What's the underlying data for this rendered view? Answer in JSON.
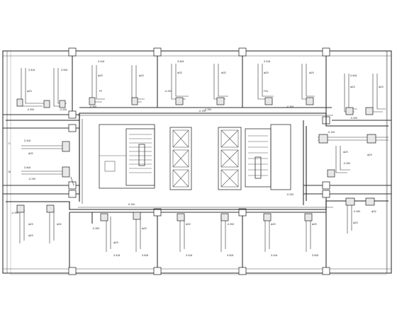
{
  "drawing": {
    "labels": {
      "pipe_size_a": "ф25",
      "pipe_size_b": "ф32",
      "elev_a": "-0.300",
      "elev_b": "-0.250",
      "elev_c": "-0.350",
      "elev_d": "-0.200",
      "elev_e": "-0.150",
      "unit_fp": "FP",
      "unit_fcu": "FCU",
      "axis_c": "C",
      "axis_d": "D",
      "note_a": "2.4/4",
      "note_b": "2.6/4"
    }
  }
}
